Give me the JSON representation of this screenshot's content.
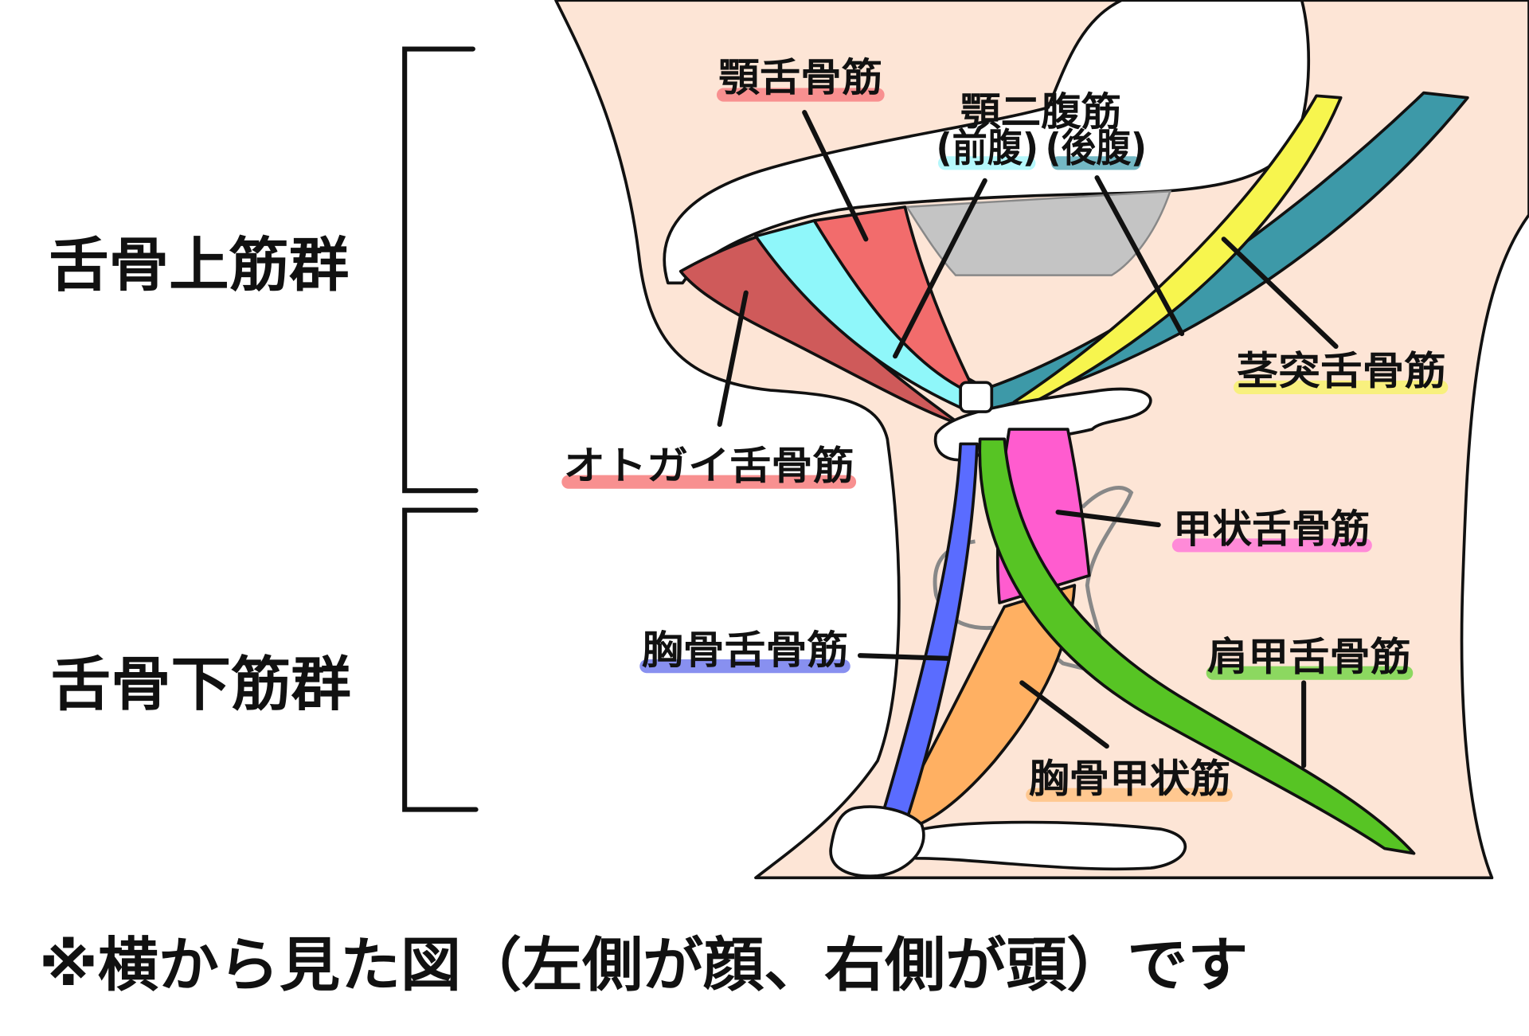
{
  "groups": {
    "suprahyoid": "舌骨上筋群",
    "infrahyoid": "舌骨下筋群"
  },
  "labels": {
    "mylohyoid": "顎舌骨筋",
    "digastric": "顎二腹筋",
    "digastric_anterior": "(前腹)",
    "digastric_posterior": "(後腹)",
    "stylohyoid": "茎突舌骨筋",
    "geniohyoid": "オトガイ舌骨筋",
    "thyrohyoid": "甲状舌骨筋",
    "omohyoid": "肩甲舌骨筋",
    "sternohyoid": "胸骨舌骨筋",
    "sternothyroid": "胸骨甲状筋"
  },
  "note": "※横から見た図（左側が顔、右側が頭）です",
  "colors": {
    "skin": "#fde5d6",
    "geniohyoid": "#cf5a5a",
    "digastric_anterior": "#8ff7fa",
    "mylohyoid": "#f26c6c",
    "digastric_posterior": "#3d99a8",
    "stylohyoid": "#f7f54e",
    "sternohyoid": "#5a6cff",
    "thyrohyoid": "#ff5ccf",
    "sternothyroid": "#ffb062",
    "omohyoid": "#57c424",
    "gland": "#c4c4c4"
  }
}
